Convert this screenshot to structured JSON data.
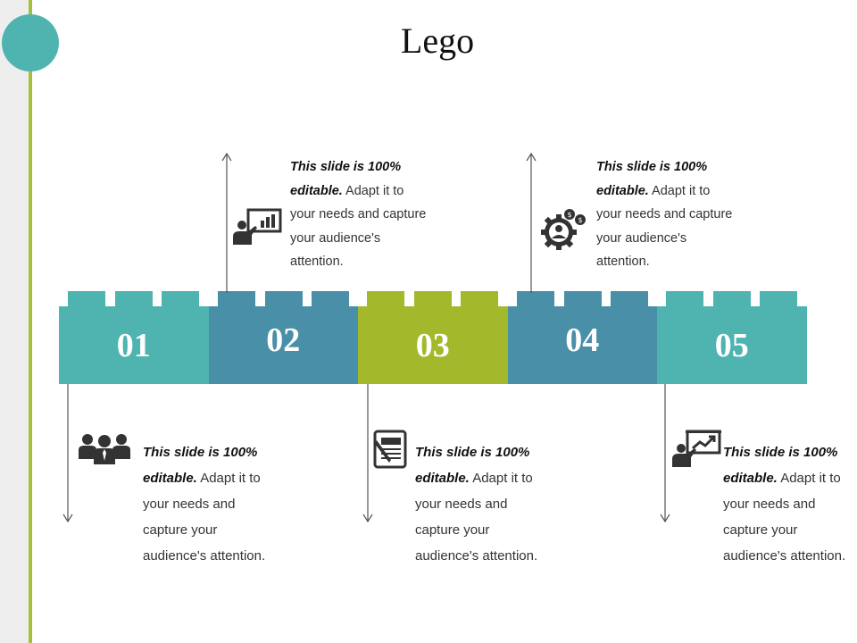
{
  "title": "Lego",
  "colors": {
    "teal": "#4fb3b0",
    "blue": "#4a8fa8",
    "green": "#a4b82c",
    "sidebar_line": "#a4bf3a"
  },
  "bricks": [
    {
      "label": "01",
      "color": "#4fb3b0"
    },
    {
      "label": "02",
      "color": "#4a8fa8"
    },
    {
      "label": "03",
      "color": "#a4b82c"
    },
    {
      "label": "04",
      "color": "#4a8fa8"
    },
    {
      "label": "05",
      "color": "#4fb3b0"
    }
  ],
  "top_items": [
    {
      "icon": "presenter-chart-icon",
      "lines": [
        "This slide is 100%",
        "editable.",
        " Adapt it to",
        "your needs and capture",
        "your audience's",
        "attention."
      ]
    },
    {
      "icon": "gear-person-dollar-icon",
      "lines": [
        "This slide is 100%",
        "editable.",
        " Adapt it to",
        "your needs and capture",
        "your audience's",
        "attention."
      ]
    }
  ],
  "bottom_items": [
    {
      "icon": "team-icon",
      "lines": [
        "This slide is 100%",
        "editable.",
        " Adapt it to",
        "your needs and",
        "capture your",
        "audience's attention."
      ]
    },
    {
      "icon": "document-pen-icon",
      "lines": [
        "This slide is 100%",
        "editable.",
        " Adapt it to",
        "your needs and",
        "capture your",
        "audience's attention."
      ]
    },
    {
      "icon": "presenter-growth-icon",
      "lines": [
        "This slide is 100%",
        "editable.",
        " Adapt it to",
        "your needs and",
        "capture your",
        "audience's attention."
      ]
    }
  ]
}
